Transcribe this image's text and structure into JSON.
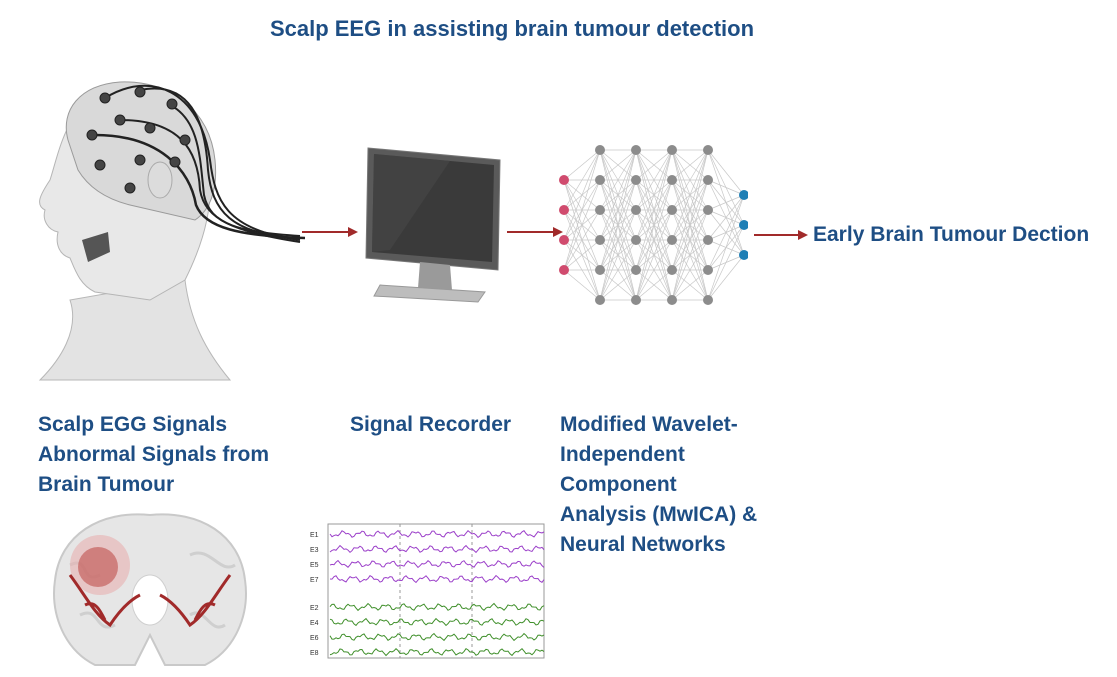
{
  "title": "Scalp EEG in assisting brain tumour detection",
  "output_label": "Early Brain Tumour Dection",
  "labels": {
    "signals": [
      "Scalp EGG Signals",
      "Abnormal  Signals  from",
      "Brain Tumour"
    ],
    "recorder": "Signal Recorder",
    "method": [
      "Modified Wavelet-",
      "Independent",
      "Component",
      "Analysis (MwICA) &",
      "Neural Networks"
    ]
  },
  "eeg_channels": {
    "purple": [
      "E1",
      "E3",
      "E5",
      "E7"
    ],
    "green": [
      "E2",
      "E4",
      "E6",
      "E8"
    ]
  },
  "colors": {
    "text": "#1e4e84",
    "arrow": "#a12a2a",
    "input_node": "#d04b6e",
    "hidden_node": "#8c8c8c",
    "output_node": "#1f7fb5",
    "purple_trace": "#9b3fc9",
    "green_trace": "#3f8f2a",
    "tumour": "#c0504d"
  },
  "network": {
    "input_nodes": 4,
    "hidden_layers": 4,
    "hidden_nodes": 6,
    "output_nodes": 3
  }
}
